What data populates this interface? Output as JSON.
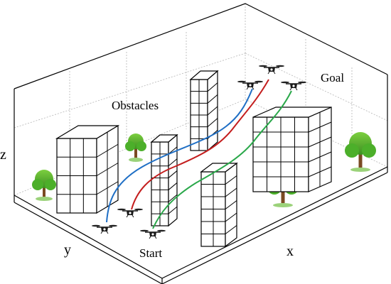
{
  "labels": {
    "obstacles": "Obstacles",
    "start": "Start",
    "goal": "Goal",
    "axis_x": "x",
    "axis_y": "y",
    "axis_z": "z"
  },
  "colors": {
    "path_blue": "#1f6fc5",
    "path_red": "#c41e1e",
    "path_green": "#2aa84a",
    "building_stroke": "#000000",
    "box_stroke": "#000000",
    "grid_line": "#b5b5b5",
    "tree_leaf": "#4caf2a",
    "tree_trunk": "#7a4a22"
  },
  "paths": [
    {
      "name": "blue-path",
      "color_key": "path_blue"
    },
    {
      "name": "red-path",
      "color_key": "path_red"
    },
    {
      "name": "green-path",
      "color_key": "path_green"
    }
  ],
  "drones": {
    "start": [
      "start-drone-1",
      "start-drone-2",
      "start-drone-3"
    ],
    "goal": [
      "goal-drone-1",
      "goal-drone-2",
      "goal-drone-3"
    ]
  },
  "obstacles": [
    "building-left",
    "building-front-center",
    "building-tall-back",
    "building-front-right",
    "building-large-right"
  ],
  "trees": [
    "tree-left",
    "tree-center",
    "tree-right-front",
    "tree-right-back"
  ]
}
